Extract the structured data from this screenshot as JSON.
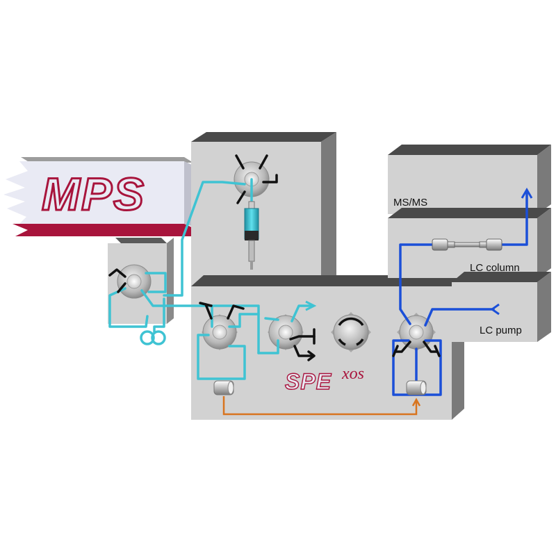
{
  "labels": {
    "mps": "MPS",
    "spe": "SPE",
    "spe_sup": "xos",
    "ms": "MS/MS",
    "column": "LC column",
    "pump": "LC pump"
  },
  "colors": {
    "cyan_line": "#3fc3d3",
    "blue_line": "#1b4fd8",
    "orange_line": "#d8741e",
    "brand_red": "#a8143c",
    "box_front": "#d2d2d2",
    "box_top": "#4a4a4a",
    "box_side": "#7a7a7a"
  }
}
